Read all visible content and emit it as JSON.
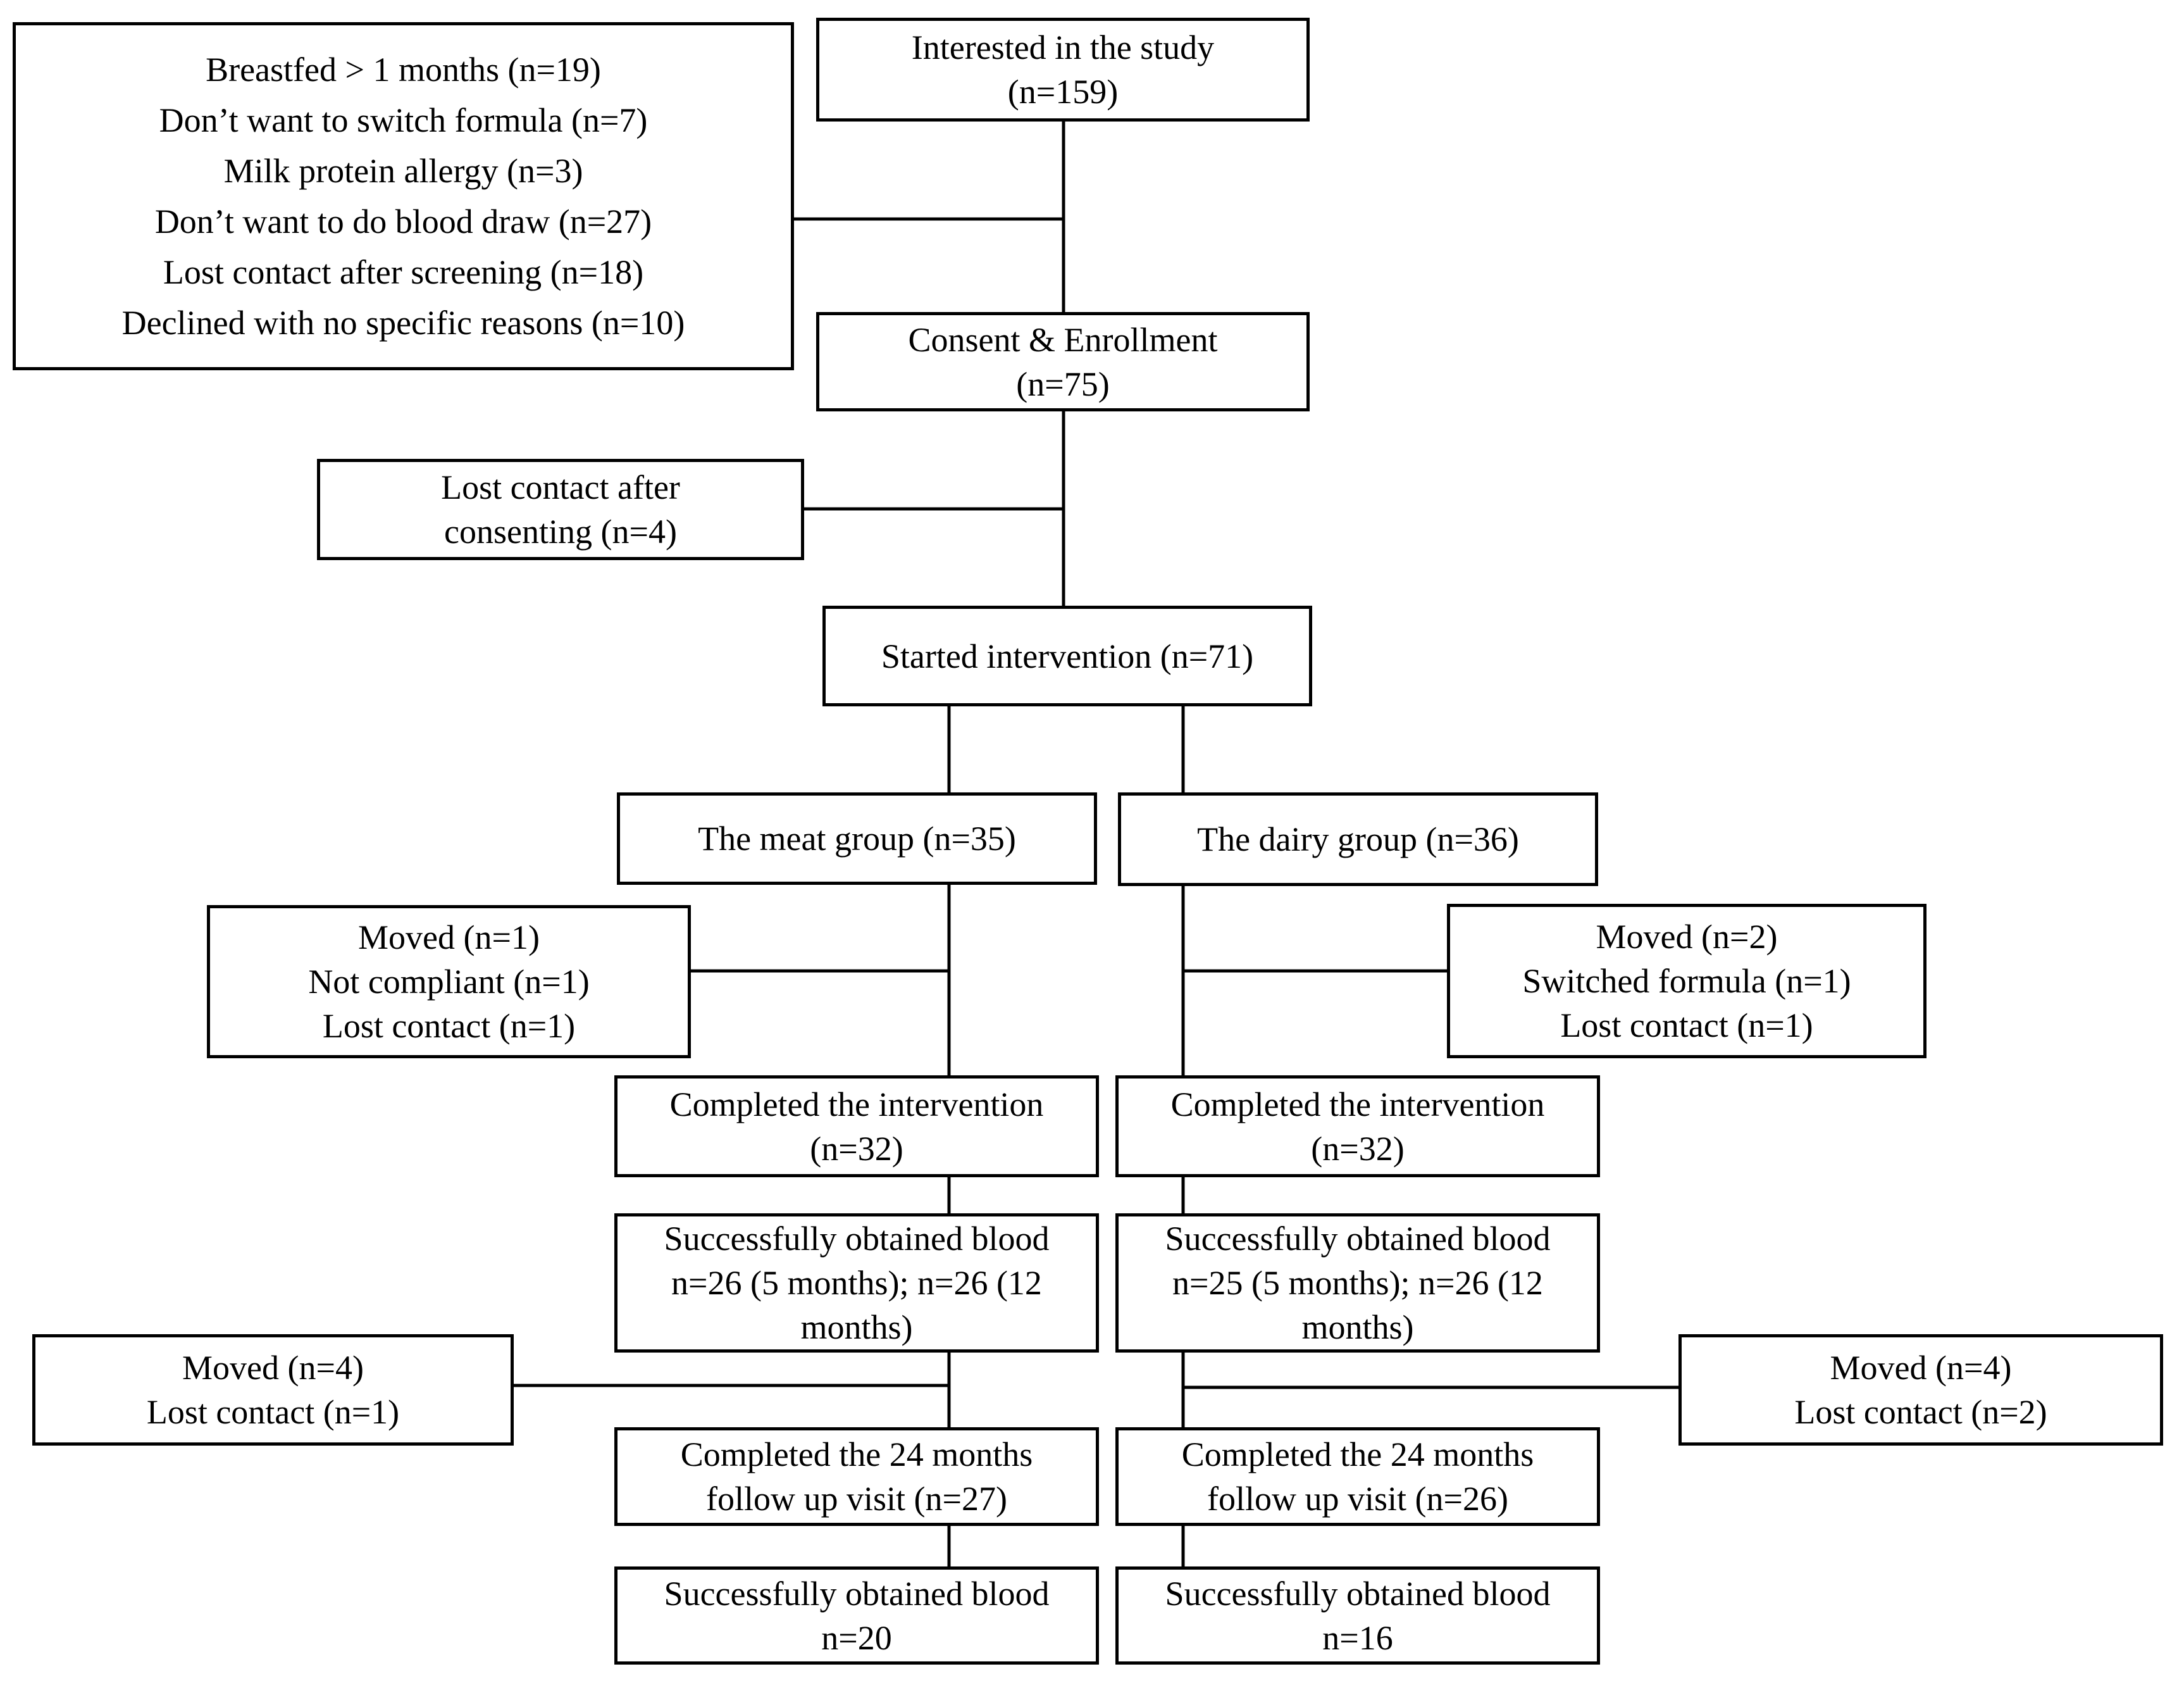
{
  "colors": {
    "ink": "#000000",
    "paper": "#ffffff"
  },
  "boxes": {
    "excluded_screening": "Breastfed > 1 months (n=19)\nDon’t want to switch formula (n=7)\nMilk protein allergy (n=3)\nDon’t want to do blood draw (n=27)\nLost contact after screening (n=18)\nDeclined with no specific reasons (n=10)",
    "interested": "Interested in the study\n(n=159)",
    "consent_enrollment": "Consent & Enrollment\n(n=75)",
    "lost_after_consenting": "Lost contact after\nconsenting (n=4)",
    "started_intervention": "Started intervention (n=71)",
    "meat_group": "The meat group (n=35)",
    "dairy_group": "The dairy group (n=36)",
    "meat_withdrawn": "Moved (n=1)\nNot compliant (n=1)\nLost contact (n=1)",
    "dairy_withdrawn": "Moved (n=2)\nSwitched formula (n=1)\nLost contact (n=1)",
    "meat_completed": "Completed the intervention\n(n=32)",
    "dairy_completed": "Completed the intervention\n(n=32)",
    "meat_blood_12m": "Successfully obtained blood\nn=26 (5 months); n=26 (12\nmonths)",
    "dairy_blood_12m": "Successfully obtained blood\nn=25 (5 months); n=26 (12\nmonths)",
    "meat_lost_before_24m": "Moved (n=4)\nLost contact (n=1)",
    "dairy_lost_before_24m": "Moved (n=4)\nLost contact (n=2)",
    "meat_followup_24m": "Completed the 24 months\nfollow up visit (n=27)",
    "dairy_followup_24m": "Completed the 24 months\nfollow up visit (n=26)",
    "meat_blood_24m": "Successfully obtained blood\nn=20",
    "dairy_blood_24m": "Successfully obtained blood\nn=16"
  }
}
